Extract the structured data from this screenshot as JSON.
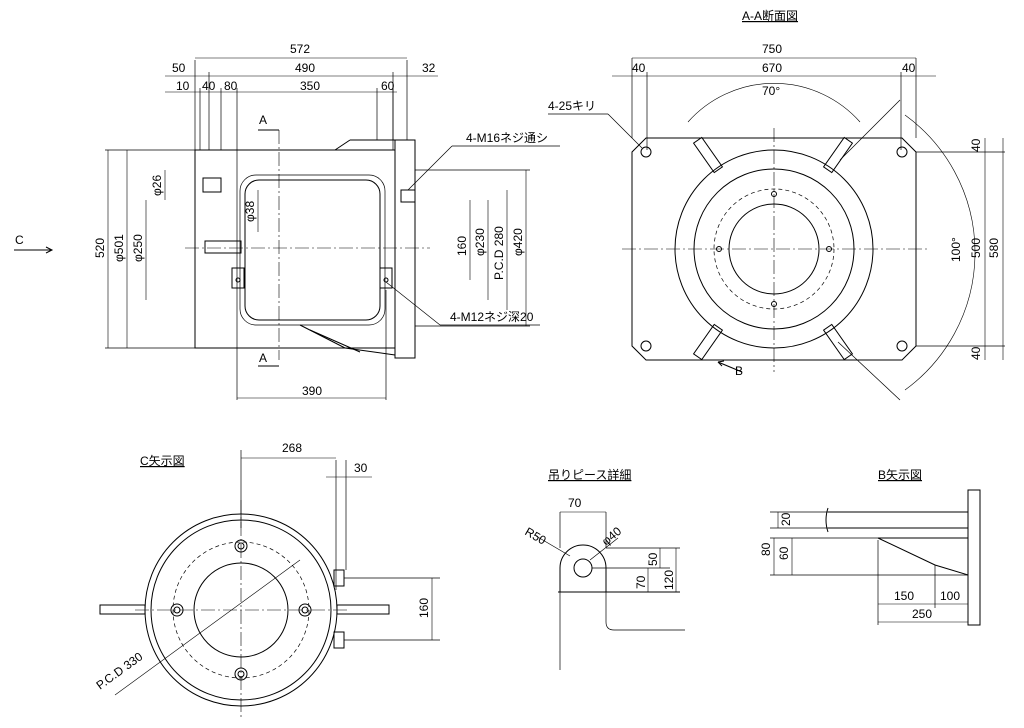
{
  "titles": {
    "section_aa": "A-A断面図",
    "view_c": "C矢示図",
    "lifting_detail": "吊りピース詳細",
    "view_b": "B矢示図"
  },
  "front_view": {
    "dims_top": [
      "572",
      "50",
      "490",
      "32",
      "10",
      "40",
      "80",
      "350",
      "60"
    ],
    "dims_left": [
      "520",
      "φ501",
      "φ250",
      "φ26",
      "φ38"
    ],
    "dims_right": [
      "160",
      "φ230",
      "P.C.D 280",
      "φ420"
    ],
    "dim_bottom": "390",
    "section_mark": "A",
    "view_arrow": "C",
    "note_bolt": "4-M16ネジ通シ",
    "note_tap": "4-M12ネジ深20"
  },
  "section_view": {
    "dims_top": [
      "750",
      "40",
      "670",
      "40"
    ],
    "dims_right": [
      "40",
      "500",
      "580",
      "40"
    ],
    "hole_note": "4-25キリ",
    "angle_top": "70°",
    "angle_right": "100°",
    "view_arrow": "B"
  },
  "c_view": {
    "dims": [
      "268",
      "30",
      "160"
    ],
    "pcd": "P.C.D 330"
  },
  "lifting": {
    "dims": [
      "70",
      "R50",
      "φ40",
      "70",
      "50",
      "120"
    ]
  },
  "b_view": {
    "dims": [
      "20",
      "80",
      "60",
      "150",
      "100",
      "250"
    ]
  }
}
